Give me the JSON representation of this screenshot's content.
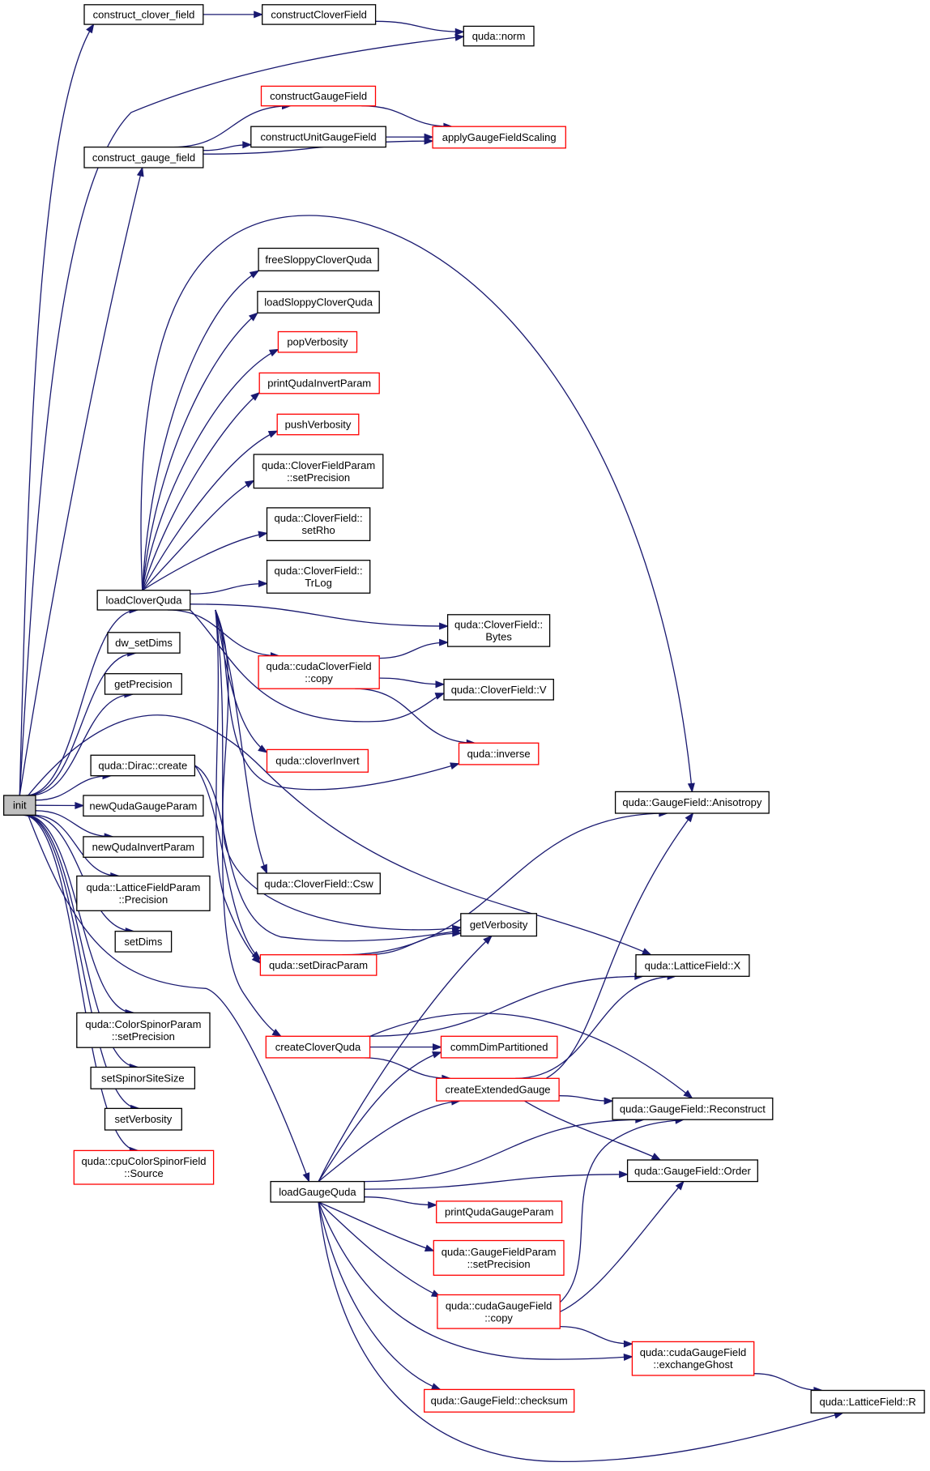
{
  "diagram": {
    "type": "call-graph",
    "nodes": [
      {
        "id": "init",
        "lines": [
          "init"
        ],
        "style": "root"
      },
      {
        "id": "construct_clover_field",
        "lines": [
          "construct_clover_field"
        ],
        "style": "black"
      },
      {
        "id": "constructCloverField",
        "lines": [
          "constructCloverField"
        ],
        "style": "black"
      },
      {
        "id": "quda_norm",
        "lines": [
          "quda::norm"
        ],
        "style": "black"
      },
      {
        "id": "constructGaugeField",
        "lines": [
          "constructGaugeField"
        ],
        "style": "red"
      },
      {
        "id": "applyGaugeFieldScaling",
        "lines": [
          "applyGaugeFieldScaling"
        ],
        "style": "red"
      },
      {
        "id": "construct_gauge_field",
        "lines": [
          "construct_gauge_field"
        ],
        "style": "black"
      },
      {
        "id": "constructUnitGaugeField",
        "lines": [
          "constructUnitGaugeField"
        ],
        "style": "black"
      },
      {
        "id": "freeSloppyCloverQuda",
        "lines": [
          "freeSloppyCloverQuda"
        ],
        "style": "black"
      },
      {
        "id": "loadSloppyCloverQuda",
        "lines": [
          "loadSloppyCloverQuda"
        ],
        "style": "black"
      },
      {
        "id": "popVerbosity",
        "lines": [
          "popVerbosity"
        ],
        "style": "red"
      },
      {
        "id": "printQudaInvertParam",
        "lines": [
          "printQudaInvertParam"
        ],
        "style": "red"
      },
      {
        "id": "pushVerbosity",
        "lines": [
          "pushVerbosity"
        ],
        "style": "red"
      },
      {
        "id": "cfp_setPrecision",
        "lines": [
          "quda::CloverFieldParam",
          "::setPrecision"
        ],
        "style": "black"
      },
      {
        "id": "cf_setRho",
        "lines": [
          "quda::CloverField::",
          "setRho"
        ],
        "style": "black"
      },
      {
        "id": "cf_TrLog",
        "lines": [
          "quda::CloverField::",
          "TrLog"
        ],
        "style": "black"
      },
      {
        "id": "loadCloverQuda",
        "lines": [
          "loadCloverQuda"
        ],
        "style": "black"
      },
      {
        "id": "cf_Bytes",
        "lines": [
          "quda::CloverField::",
          "Bytes"
        ],
        "style": "black"
      },
      {
        "id": "dw_setDims",
        "lines": [
          "dw_setDims"
        ],
        "style": "black"
      },
      {
        "id": "ccf_copy",
        "lines": [
          "quda::cudaCloverField",
          "::copy"
        ],
        "style": "red"
      },
      {
        "id": "cf_V",
        "lines": [
          "quda::CloverField::V"
        ],
        "style": "black"
      },
      {
        "id": "getPrecision",
        "lines": [
          "getPrecision"
        ],
        "style": "black"
      },
      {
        "id": "quda_inverse",
        "lines": [
          "quda::inverse"
        ],
        "style": "red"
      },
      {
        "id": "cloverInvert",
        "lines": [
          "quda::cloverInvert"
        ],
        "style": "red"
      },
      {
        "id": "dirac_create",
        "lines": [
          "quda::Dirac::create"
        ],
        "style": "black"
      },
      {
        "id": "gf_Anisotropy",
        "lines": [
          "quda::GaugeField::Anisotropy"
        ],
        "style": "black"
      },
      {
        "id": "newQudaGaugeParam",
        "lines": [
          "newQudaGaugeParam"
        ],
        "style": "black"
      },
      {
        "id": "newQudaInvertParam",
        "lines": [
          "newQudaInvertParam"
        ],
        "style": "black"
      },
      {
        "id": "cf_Csw",
        "lines": [
          "quda::CloverField::Csw"
        ],
        "style": "black"
      },
      {
        "id": "lfp_Precision",
        "lines": [
          "quda::LatticeFieldParam",
          "::Precision"
        ],
        "style": "black"
      },
      {
        "id": "getVerbosity",
        "lines": [
          "getVerbosity"
        ],
        "style": "black"
      },
      {
        "id": "setDims",
        "lines": [
          "setDims"
        ],
        "style": "black"
      },
      {
        "id": "setDiracParam",
        "lines": [
          "quda::setDiracParam"
        ],
        "style": "red"
      },
      {
        "id": "lf_X",
        "lines": [
          "quda::LatticeField::X"
        ],
        "style": "black"
      },
      {
        "id": "csp_setPrecision",
        "lines": [
          "quda::ColorSpinorParam",
          "::setPrecision"
        ],
        "style": "black"
      },
      {
        "id": "createCloverQuda",
        "lines": [
          "createCloverQuda"
        ],
        "style": "red"
      },
      {
        "id": "commDimPartitioned",
        "lines": [
          "commDimPartitioned"
        ],
        "style": "red"
      },
      {
        "id": "setSpinorSiteSize",
        "lines": [
          "setSpinorSiteSize"
        ],
        "style": "black"
      },
      {
        "id": "createExtendedGauge",
        "lines": [
          "createExtendedGauge"
        ],
        "style": "red"
      },
      {
        "id": "gf_Reconstruct",
        "lines": [
          "quda::GaugeField::Reconstruct"
        ],
        "style": "black"
      },
      {
        "id": "setVerbosity",
        "lines": [
          "setVerbosity"
        ],
        "style": "black"
      },
      {
        "id": "ccsf_Source",
        "lines": [
          "quda::cpuColorSpinorField",
          "::Source"
        ],
        "style": "red"
      },
      {
        "id": "gf_Order",
        "lines": [
          "quda::GaugeField::Order"
        ],
        "style": "black"
      },
      {
        "id": "loadGaugeQuda",
        "lines": [
          "loadGaugeQuda"
        ],
        "style": "black"
      },
      {
        "id": "printQudaGaugeParam",
        "lines": [
          "printQudaGaugeParam"
        ],
        "style": "red"
      },
      {
        "id": "gfp_setPrecision",
        "lines": [
          "quda::GaugeFieldParam",
          "::setPrecision"
        ],
        "style": "red"
      },
      {
        "id": "cgf_copy",
        "lines": [
          "quda::cudaGaugeField",
          "::copy"
        ],
        "style": "red"
      },
      {
        "id": "cgf_exchangeGhost",
        "lines": [
          "quda::cudaGaugeField",
          "::exchangeGhost"
        ],
        "style": "red"
      },
      {
        "id": "gf_checksum",
        "lines": [
          "quda::GaugeField::checksum"
        ],
        "style": "red"
      },
      {
        "id": "lf_R",
        "lines": [
          "quda::LatticeField::R"
        ],
        "style": "black"
      }
    ],
    "edges": [
      [
        "init",
        "construct_clover_field"
      ],
      [
        "init",
        "quda_norm"
      ],
      [
        "init",
        "construct_gauge_field"
      ],
      [
        "init",
        "loadCloverQuda"
      ],
      [
        "init",
        "dw_setDims"
      ],
      [
        "init",
        "getPrecision"
      ],
      [
        "init",
        "lf_X"
      ],
      [
        "init",
        "dirac_create"
      ],
      [
        "init",
        "newQudaGaugeParam"
      ],
      [
        "init",
        "newQudaInvertParam"
      ],
      [
        "init",
        "lfp_Precision"
      ],
      [
        "init",
        "setDims"
      ],
      [
        "init",
        "loadGaugeQuda"
      ],
      [
        "init",
        "csp_setPrecision"
      ],
      [
        "init",
        "setSpinorSiteSize"
      ],
      [
        "init",
        "setVerbosity"
      ],
      [
        "init",
        "ccsf_Source"
      ],
      [
        "construct_clover_field",
        "constructCloverField"
      ],
      [
        "constructCloverField",
        "quda_norm"
      ],
      [
        "construct_gauge_field",
        "constructGaugeField"
      ],
      [
        "construct_gauge_field",
        "constructUnitGaugeField"
      ],
      [
        "construct_gauge_field",
        "applyGaugeFieldScaling"
      ],
      [
        "constructGaugeField",
        "applyGaugeFieldScaling"
      ],
      [
        "constructUnitGaugeField",
        "applyGaugeFieldScaling"
      ],
      [
        "loadCloverQuda",
        "freeSloppyCloverQuda"
      ],
      [
        "loadCloverQuda",
        "loadSloppyCloverQuda"
      ],
      [
        "loadCloverQuda",
        "popVerbosity"
      ],
      [
        "loadCloverQuda",
        "printQudaInvertParam"
      ],
      [
        "loadCloverQuda",
        "pushVerbosity"
      ],
      [
        "loadCloverQuda",
        "cfp_setPrecision"
      ],
      [
        "loadCloverQuda",
        "cf_setRho"
      ],
      [
        "loadCloverQuda",
        "cf_TrLog"
      ],
      [
        "loadCloverQuda",
        "cf_Bytes"
      ],
      [
        "loadCloverQuda",
        "ccf_copy"
      ],
      [
        "loadCloverQuda",
        "cf_V"
      ],
      [
        "loadCloverQuda",
        "cloverInvert"
      ],
      [
        "loadCloverQuda",
        "quda_inverse"
      ],
      [
        "loadCloverQuda",
        "gf_Anisotropy"
      ],
      [
        "loadCloverQuda",
        "cf_Csw"
      ],
      [
        "loadCloverQuda",
        "getVerbosity"
      ],
      [
        "loadCloverQuda",
        "setDiracParam"
      ],
      [
        "loadCloverQuda",
        "createCloverQuda"
      ],
      [
        "ccf_copy",
        "cf_Bytes"
      ],
      [
        "ccf_copy",
        "cf_V"
      ],
      [
        "ccf_copy",
        "quda_inverse"
      ],
      [
        "dirac_create",
        "getVerbosity"
      ],
      [
        "dirac_create",
        "setDiracParam"
      ],
      [
        "setDiracParam",
        "gf_Anisotropy"
      ],
      [
        "setDiracParam",
        "getVerbosity"
      ],
      [
        "createCloverQuda",
        "lf_X"
      ],
      [
        "createCloverQuda",
        "commDimPartitioned"
      ],
      [
        "createCloverQuda",
        "createExtendedGauge"
      ],
      [
        "createCloverQuda",
        "gf_Reconstruct"
      ],
      [
        "createExtendedGauge",
        "gf_Anisotropy"
      ],
      [
        "createExtendedGauge",
        "lf_X"
      ],
      [
        "createExtendedGauge",
        "gf_Reconstruct"
      ],
      [
        "createExtendedGauge",
        "gf_Order"
      ],
      [
        "loadGaugeQuda",
        "getVerbosity"
      ],
      [
        "loadGaugeQuda",
        "commDimPartitioned"
      ],
      [
        "loadGaugeQuda",
        "createExtendedGauge"
      ],
      [
        "loadGaugeQuda",
        "gf_Reconstruct"
      ],
      [
        "loadGaugeQuda",
        "gf_Order"
      ],
      [
        "loadGaugeQuda",
        "printQudaGaugeParam"
      ],
      [
        "loadGaugeQuda",
        "gfp_setPrecision"
      ],
      [
        "loadGaugeQuda",
        "cgf_copy"
      ],
      [
        "loadGaugeQuda",
        "cgf_exchangeGhost"
      ],
      [
        "loadGaugeQuda",
        "gf_checksum"
      ],
      [
        "loadGaugeQuda",
        "lf_R"
      ],
      [
        "cgf_copy",
        "gf_Reconstruct"
      ],
      [
        "cgf_copy",
        "gf_Order"
      ],
      [
        "cgf_copy",
        "cgf_exchangeGhost"
      ],
      [
        "cgf_exchangeGhost",
        "lf_R"
      ]
    ],
    "colors": {
      "edge": "#191970",
      "red_border": "#ff0000",
      "black_border": "#000000",
      "root_fill": "#bfbfbf"
    }
  }
}
